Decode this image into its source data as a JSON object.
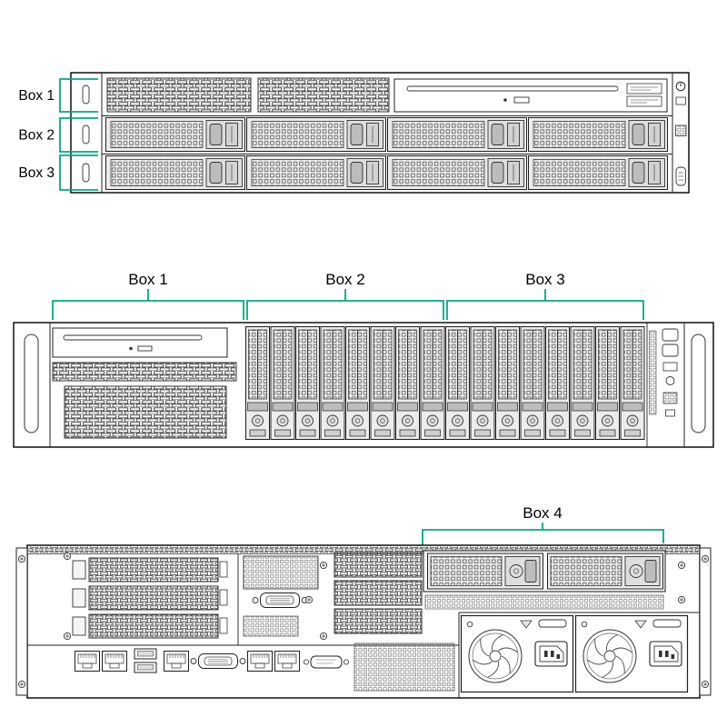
{
  "figure": {
    "front_lff": {
      "callouts": [
        "Box 1",
        "Box 2",
        "Box 3"
      ]
    },
    "front_sff": {
      "callouts": [
        "Box 1",
        "Box 2",
        "Box 3"
      ]
    },
    "rear": {
      "callouts": [
        "Box 4"
      ]
    }
  },
  "colors": {
    "callout": "#00A982",
    "line": "#1A1A1A",
    "background": "#FFFFFF"
  }
}
